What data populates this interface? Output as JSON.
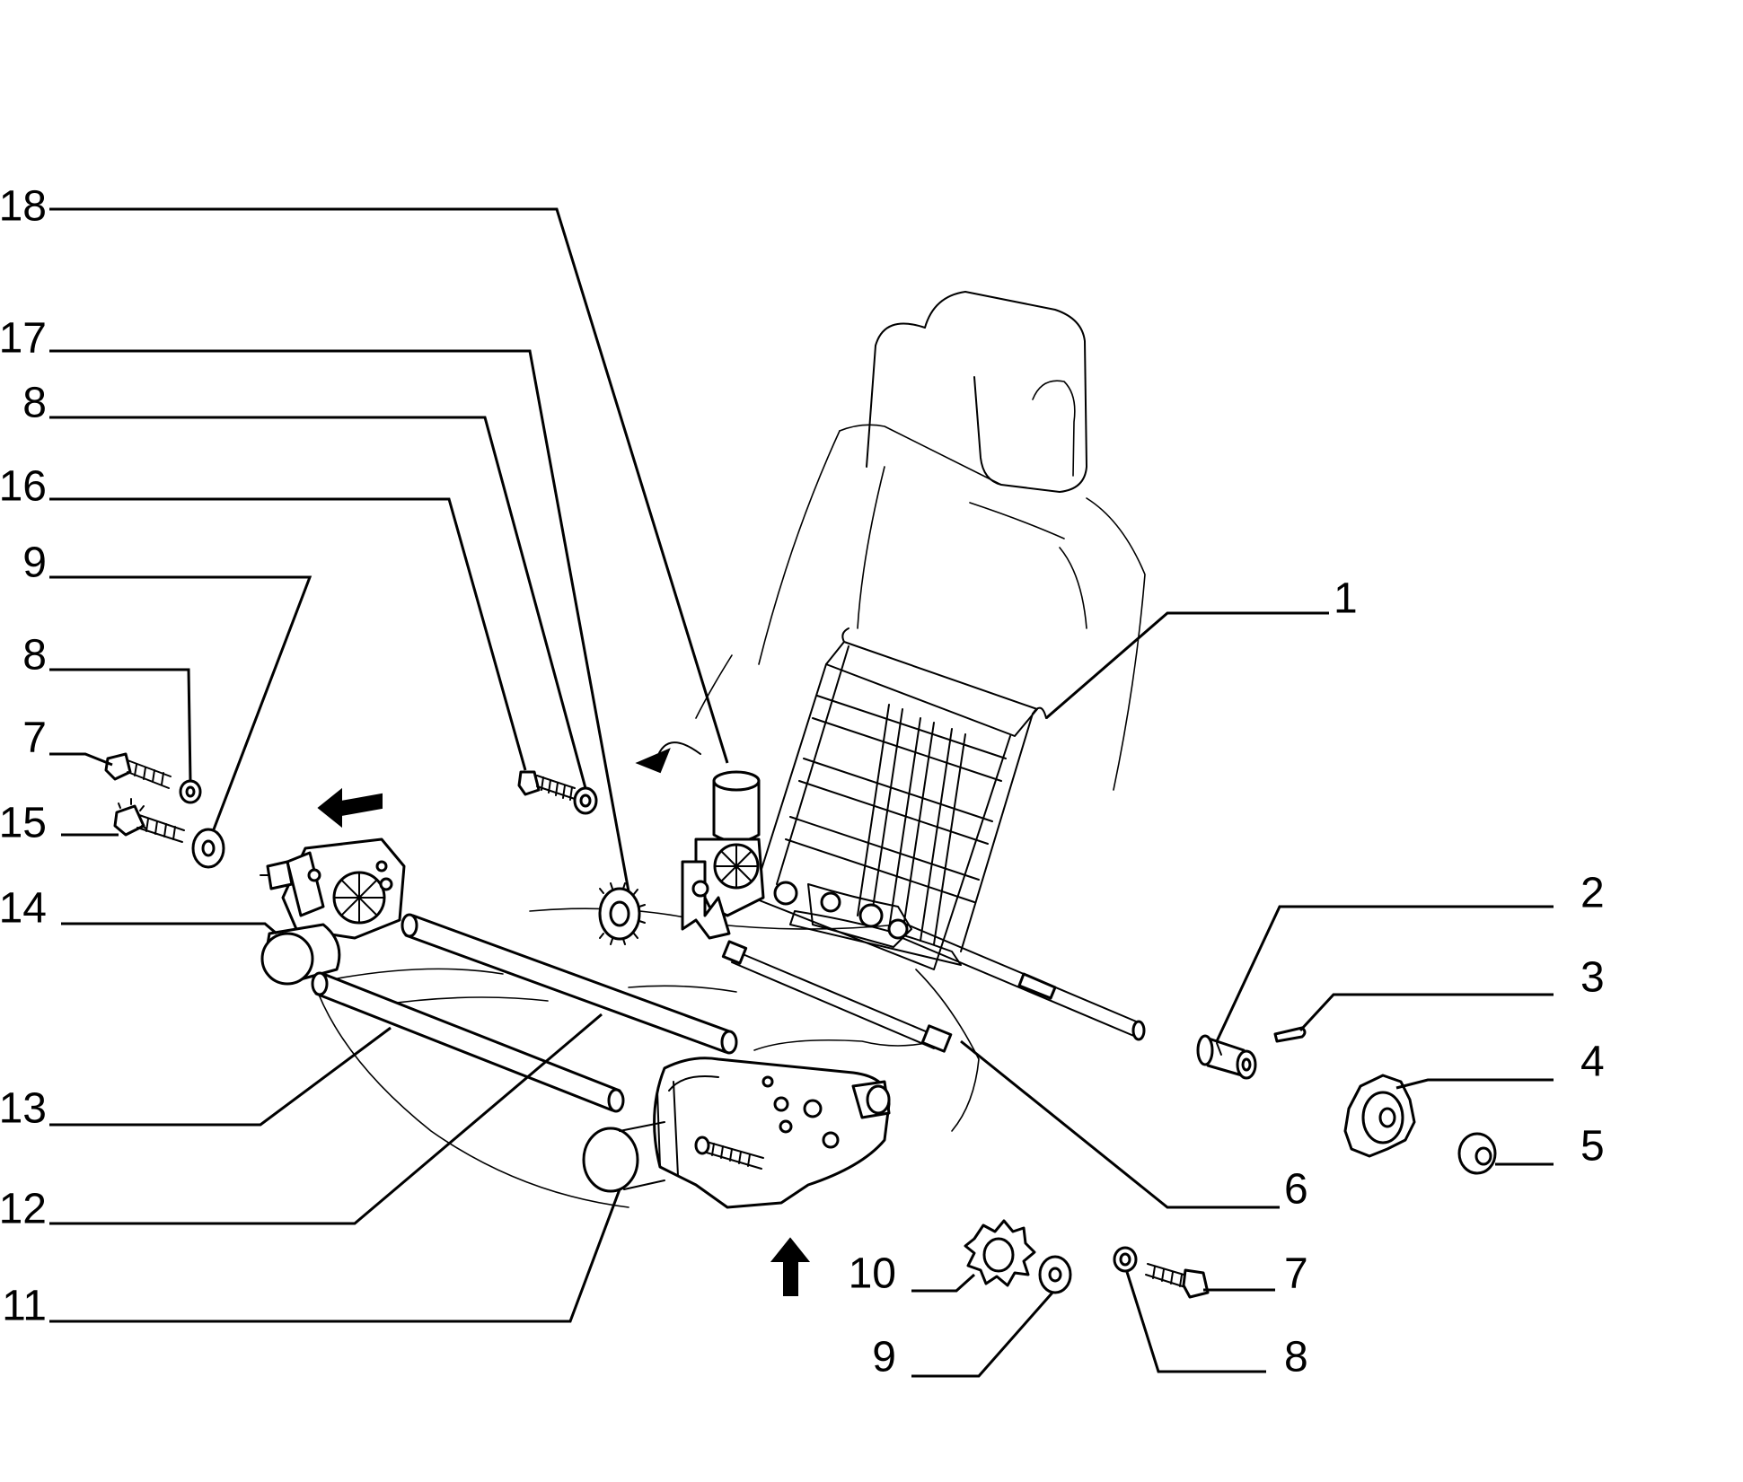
{
  "diagram": {
    "type": "exploded-parts-view",
    "colors": {
      "line": "#000000",
      "background": "#ffffff"
    },
    "callouts": [
      {
        "id": "c18",
        "label": "18"
      },
      {
        "id": "c17",
        "label": "17"
      },
      {
        "id": "c8a",
        "label": "8"
      },
      {
        "id": "c16",
        "label": "16"
      },
      {
        "id": "c9a",
        "label": "9"
      },
      {
        "id": "c8b",
        "label": "8"
      },
      {
        "id": "c7a",
        "label": "7"
      },
      {
        "id": "c15",
        "label": "15"
      },
      {
        "id": "c14",
        "label": "14"
      },
      {
        "id": "c13",
        "label": "13"
      },
      {
        "id": "c12",
        "label": "12"
      },
      {
        "id": "c11",
        "label": "11"
      },
      {
        "id": "c1",
        "label": "1"
      },
      {
        "id": "c2",
        "label": "2"
      },
      {
        "id": "c3",
        "label": "3"
      },
      {
        "id": "c4",
        "label": "4"
      },
      {
        "id": "c5",
        "label": "5"
      },
      {
        "id": "c6",
        "label": "6"
      },
      {
        "id": "c7b",
        "label": "7"
      },
      {
        "id": "c8c",
        "label": "8"
      },
      {
        "id": "c9b",
        "label": "9"
      },
      {
        "id": "c10",
        "label": "10"
      }
    ]
  }
}
